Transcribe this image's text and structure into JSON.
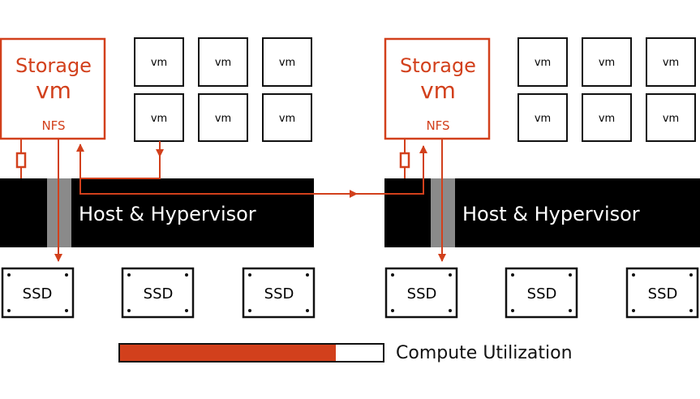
{
  "colors": {
    "accent": "#d2401c",
    "host": "#000000",
    "passthrough": "#8a8a8a",
    "box_border": "#111111",
    "background": "#ffffff"
  },
  "nodes": [
    {
      "storage_vm": {
        "title": "Storage",
        "subtitle": "vm",
        "protocol": "NFS"
      },
      "vms": [
        "vm",
        "vm",
        "vm",
        "vm",
        "vm",
        "vm"
      ],
      "host_label": "Host & Hypervisor",
      "disks": [
        "SSD",
        "SSD",
        "SSD"
      ]
    },
    {
      "storage_vm": {
        "title": "Storage",
        "subtitle": "vm",
        "protocol": "NFS"
      },
      "vms": [
        "vm",
        "vm",
        "vm",
        "vm",
        "vm",
        "vm"
      ],
      "host_label": "Host & Hypervisor",
      "disks": [
        "SSD",
        "SSD",
        "SSD"
      ]
    }
  ],
  "legend": {
    "label": "Compute Utilization",
    "utilization_fraction": 0.82
  }
}
